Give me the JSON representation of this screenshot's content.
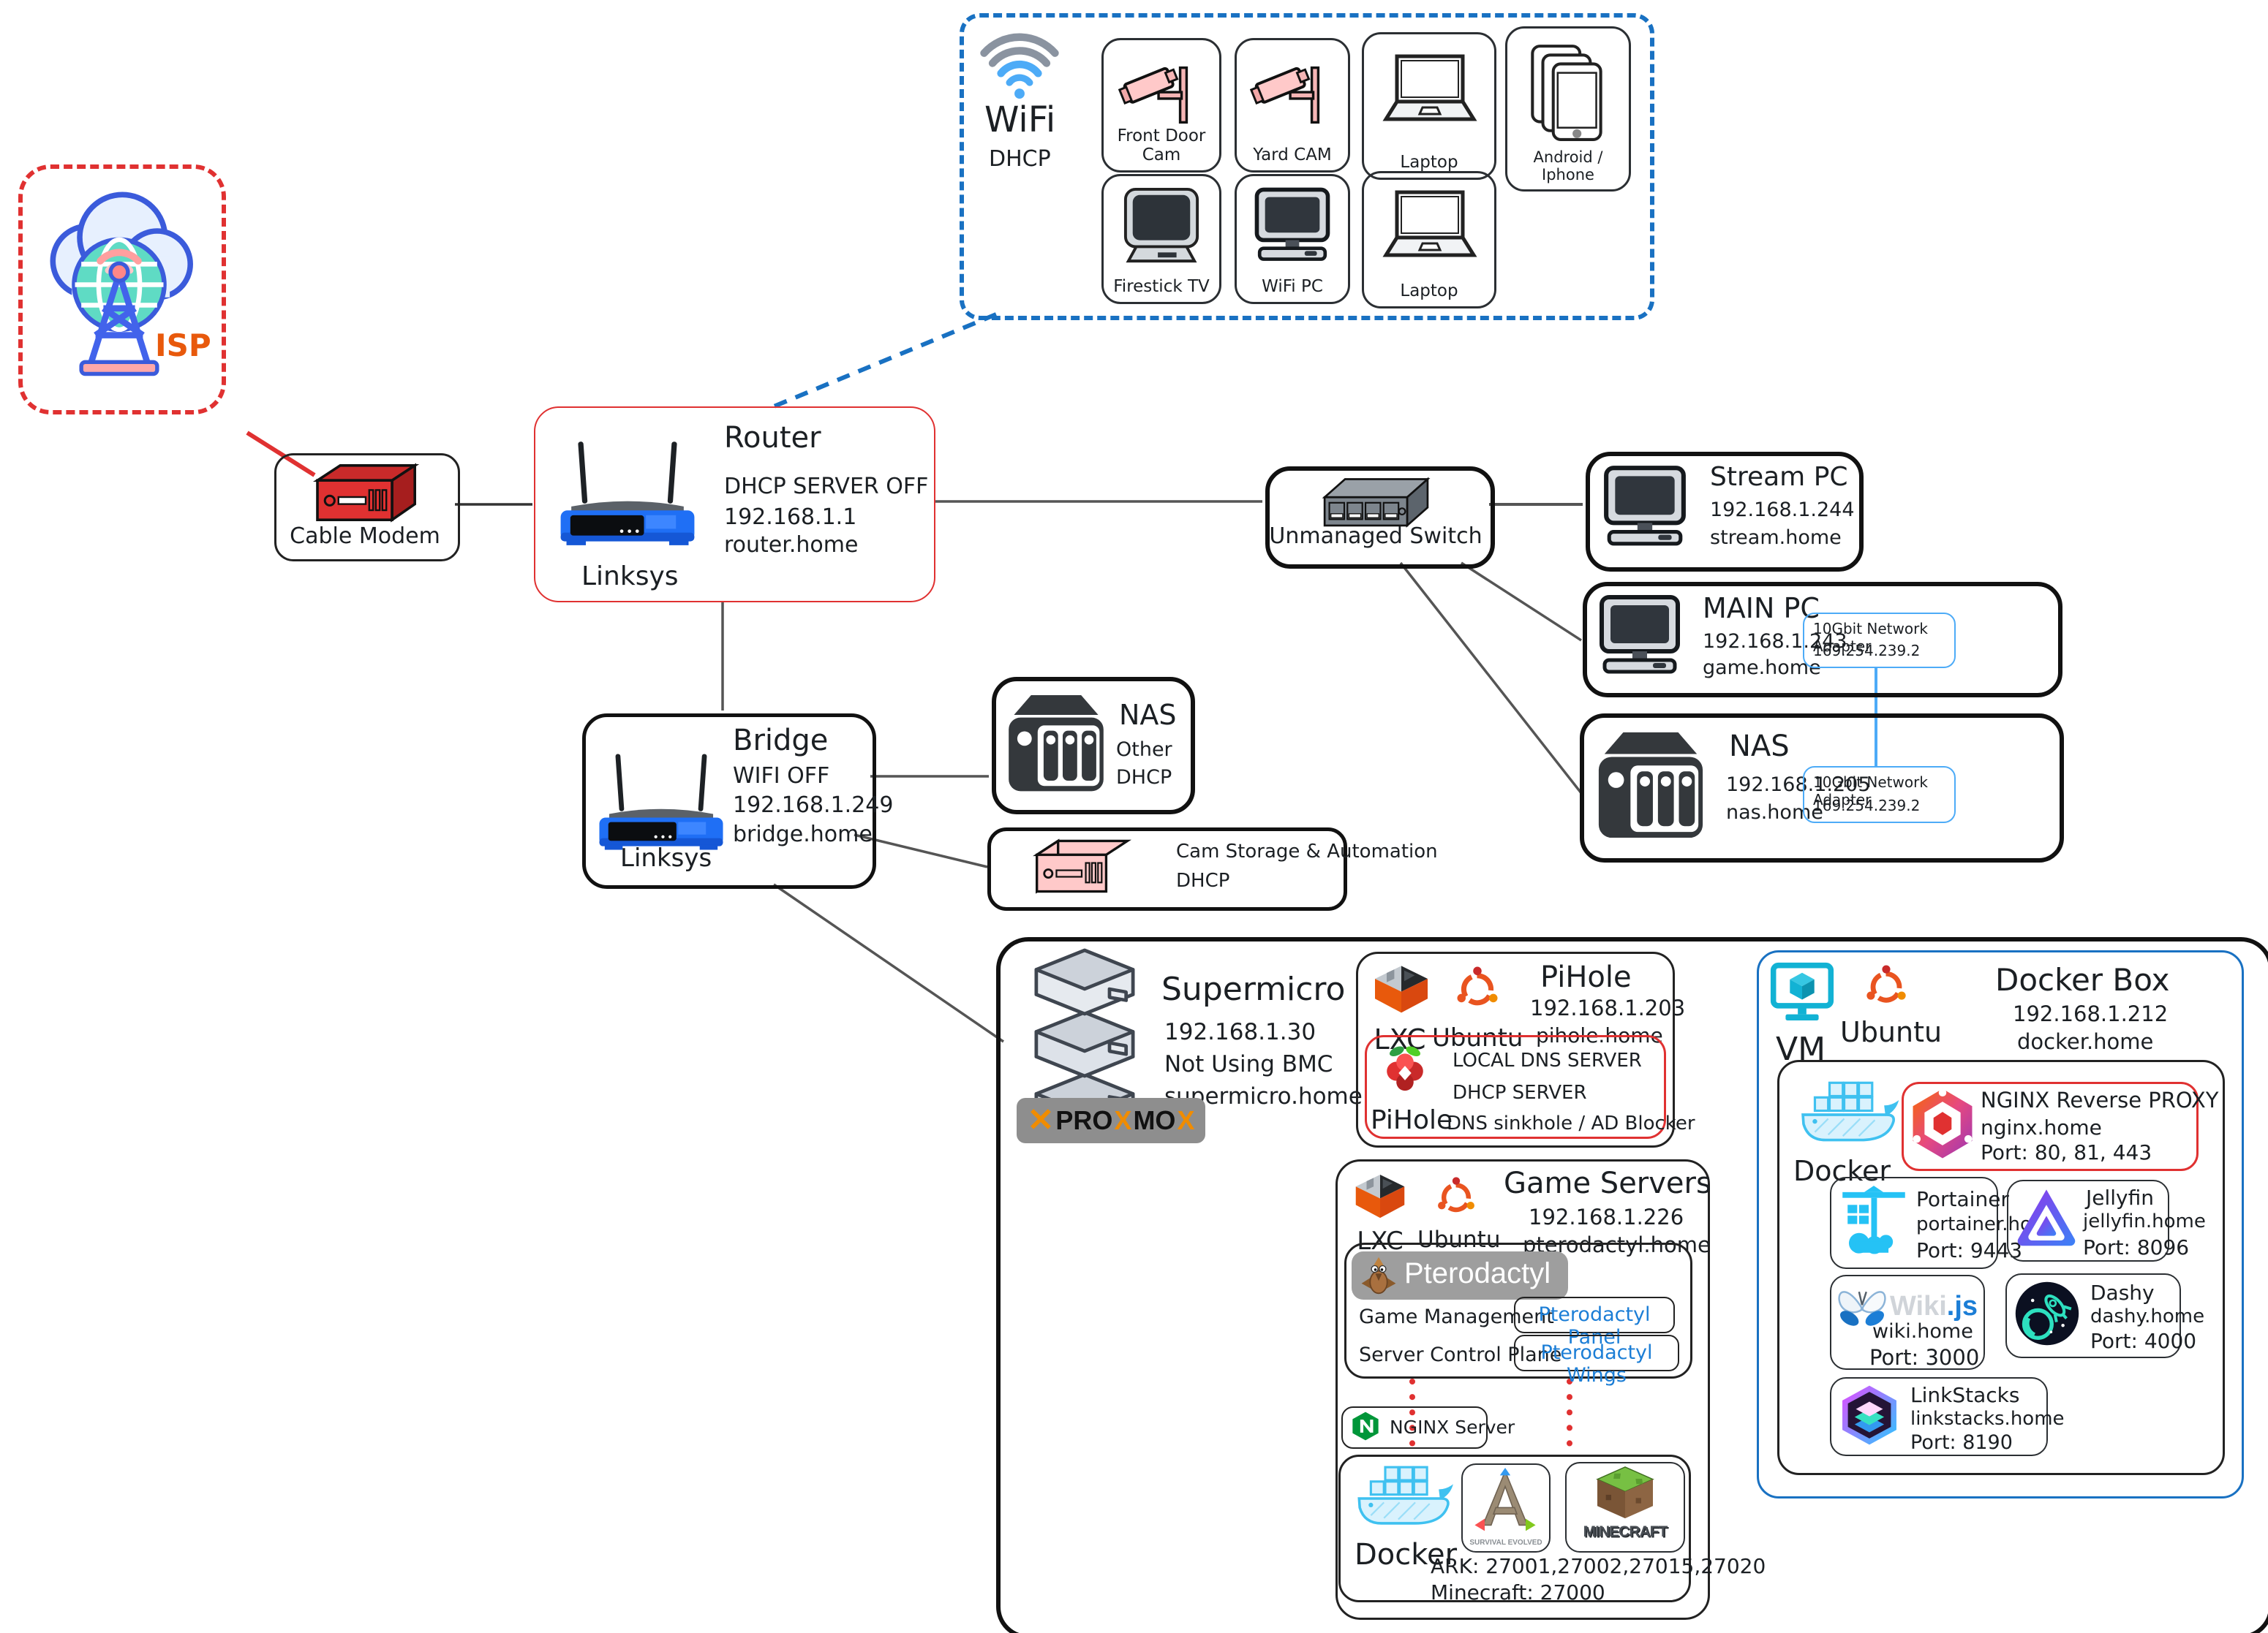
{
  "diagram": {
    "isp": {
      "label": "ISP"
    },
    "cable_modem": {
      "label": "Cable Modem"
    },
    "router": {
      "title": "Router",
      "line1": "DHCP SERVER OFF",
      "line2": "192.168.1.1",
      "line3": "router.home",
      "brand": "Linksys"
    },
    "wifi": {
      "title": "WiFi",
      "subtitle": "DHCP",
      "devices": [
        {
          "label": "Front Door Cam"
        },
        {
          "label": "Yard CAM"
        },
        {
          "label": "Laptop"
        },
        {
          "label": "Android / Iphone"
        },
        {
          "label": "Firestick TV"
        },
        {
          "label": "WiFi PC"
        },
        {
          "label": "Laptop"
        }
      ]
    },
    "switch": {
      "label": "Unmanaged Switch"
    },
    "stream_pc": {
      "title": "Stream PC",
      "ip": "192.168.1.244",
      "host": "stream.home"
    },
    "main_pc": {
      "title": "MAIN PC",
      "ip": "192.168.1.243",
      "host": "game.home",
      "adapter": {
        "name": "10Gbit Network Adapter",
        "ip": "169.254.239.2"
      }
    },
    "nas": {
      "title": "NAS",
      "ip": "192.168.1.205",
      "host": "nas.home",
      "adapter": {
        "name": "10Gbit Network Adapter",
        "ip": "169.254.239.2"
      }
    },
    "bridge": {
      "title": "Bridge",
      "line1": "WIFI OFF",
      "line2": "192.168.1.249",
      "line3": "bridge.home",
      "brand": "Linksys"
    },
    "nas_other": {
      "title": "NAS",
      "line1": "Other",
      "line2": "DHCP"
    },
    "cam_storage": {
      "line1": "Cam Storage & Automation",
      "line2": "DHCP"
    },
    "supermicro": {
      "title": "Supermicro",
      "ip": "192.168.1.30",
      "note": "Not Using BMC",
      "host": "supermicro.home",
      "proxmox": {
        "mark": "✕",
        "t1": "PRO",
        "x1": "X",
        "t2": "MO",
        "x2": "X"
      }
    },
    "pihole": {
      "lxc": "LXC",
      "ubuntu": "Ubuntu",
      "title": "PiHole",
      "ip": "192.168.1.203",
      "host": "pihole.home",
      "app": "PiHole",
      "line1": "LOCAL DNS SERVER",
      "line2": "DHCP SERVER",
      "line3": "DNS sinkhole / AD Blocker"
    },
    "game_servers": {
      "lxc": "LXC",
      "ubuntu": "Ubuntu",
      "title": "Game Servers",
      "ip": "192.168.1.226",
      "host": "pterodactyl.home",
      "app": "Pterodactyl",
      "row1_label": "Game Management",
      "row1_button": "Pterodactyl Panel",
      "row2_label": "Server Control Plane",
      "row2_button": "Pterodactyl Wings",
      "nginx": "NGINX Server",
      "docker": "Docker",
      "ark_sub": "SURVIVAL EVOLVED",
      "minecraft_logo": "MINECRAFT",
      "ports1": "ARK: 27001,27002,27015,27020",
      "ports2": "Minecraft: 27000"
    },
    "docker_box": {
      "vm": "VM",
      "ubuntu": "Ubuntu",
      "title": "Docker Box",
      "ip": "192.168.1.212",
      "host": "docker.home",
      "docker": "Docker",
      "services": [
        {
          "name": "NGINX Reverse PROXY",
          "host": "nginx.home",
          "port": "Port: 80, 81, 443"
        },
        {
          "name": "Portainer",
          "host": "portainer.home",
          "port": "Port: 9443"
        },
        {
          "name": "Jellyfin",
          "host": "jellyfin.home",
          "port": "Port: 8096"
        },
        {
          "name_gray": "Wiki",
          "name_blue": ".js",
          "host": "wiki.home",
          "port": "Port: 3000"
        },
        {
          "name": "Dashy",
          "host": "dashy.home",
          "port": "Port: 4000"
        },
        {
          "name": "LinkStacks",
          "host": "linkstacks.home",
          "port": "Port: 8190"
        }
      ]
    }
  },
  "colors": {
    "accent_red": "#e03131",
    "accent_blue": "#1971c2",
    "linksys_blue": "#1f6ff5",
    "isp_orange": "#e8590c"
  }
}
